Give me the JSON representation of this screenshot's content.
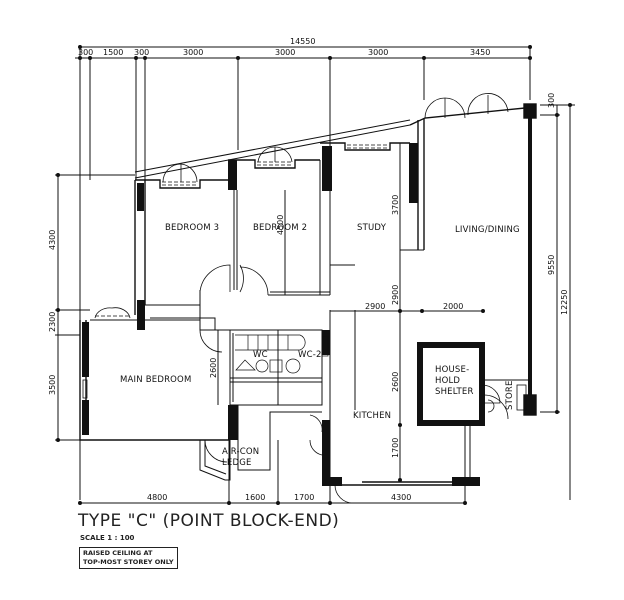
{
  "title": "TYPE \"C\" (POINT BLOCK-END)",
  "scale": "SCALE  1 : 100",
  "note": {
    "line1": "RAISED CEILING AT",
    "line2": "TOP-MOST STOREY ONLY"
  },
  "rooms": {
    "bedroom3": "BEDROOM 3",
    "bedroom2": "BEDROOM 2",
    "study": "STUDY",
    "living_dining": "LIVING/DINING",
    "main_bedroom": "MAIN BEDROOM",
    "kitchen": "KITCHEN",
    "shelter_l1": "HOUSE-",
    "shelter_l2": "HOLD",
    "shelter_l3": "SHELTER",
    "aircon_l1": "AIR-CON",
    "aircon_l2": "LEDGE",
    "wc1": "WC",
    "wc2": "WC-2",
    "store": "STORE"
  },
  "dimensions": {
    "top_overall": "14550",
    "top": [
      "300",
      "1500",
      "300",
      "3000",
      "3000",
      "3000",
      "3450"
    ],
    "bottom": [
      "4800",
      "1600",
      "1700",
      "4300"
    ],
    "left": [
      "4300",
      "2300",
      "3500"
    ],
    "right_small": "300",
    "right_mid": "9550",
    "right_overall": "12250",
    "internal": {
      "bedroom2_height": "4500",
      "study_height": "3700",
      "study_lower": "2900",
      "kitchen_width": "2900",
      "shelter_width": "2000",
      "kitchen_upper": "2600",
      "kitchen_lower": "1700",
      "wc_height": "2600"
    }
  }
}
